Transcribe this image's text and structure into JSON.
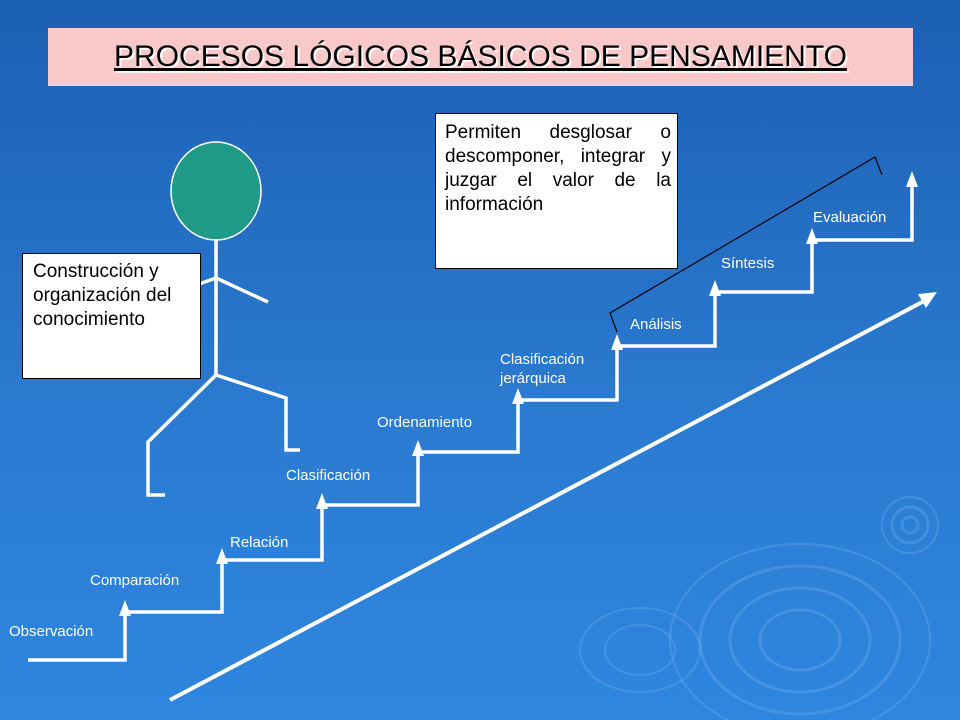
{
  "title": "PROCESOS LÓGICOS BÁSICOS DE PENSAMIENTO",
  "note_text": "Permiten desglosar o descomponer, integrar y juzgar el valor de la información",
  "figure_text": "Construcción y organización del conocimiento",
  "steps": [
    "Observación",
    "Comparación",
    "Relación",
    "Clasificación",
    "Ordenamiento",
    "Clasificación jerárquica",
    "Análisis",
    "Síntesis",
    "Evaluación"
  ],
  "colors": {
    "background": "#2a7ad0",
    "title_box": "#f9c9c9",
    "head": "#1e9a87",
    "line": "#ffffff"
  }
}
